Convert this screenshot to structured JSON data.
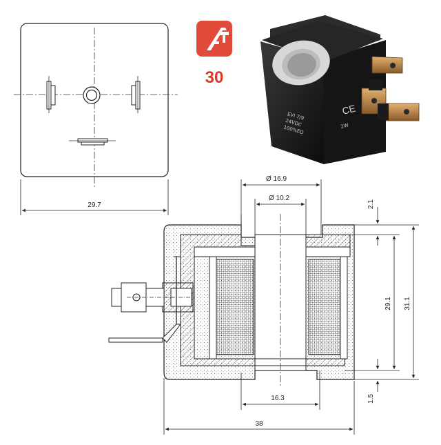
{
  "badge": {
    "number": "30",
    "icon": "caliper-icon",
    "color": "#e04a38"
  },
  "coil_photo": {
    "brand": "EVI 7/9",
    "voltage": "24VDC",
    "duty": "100%ED",
    "power": "2W",
    "ce_mark": "CE"
  },
  "dimensions": {
    "width_top": "29.7",
    "outer_bore": "Ø 16.9",
    "inner_bore": "Ø 10.2",
    "top_gap": "2.1",
    "inner_height": "29.1",
    "total_height": "31.1",
    "bottom_bore": "16.3",
    "bottom_gap": "1.5",
    "total_width": "38"
  }
}
